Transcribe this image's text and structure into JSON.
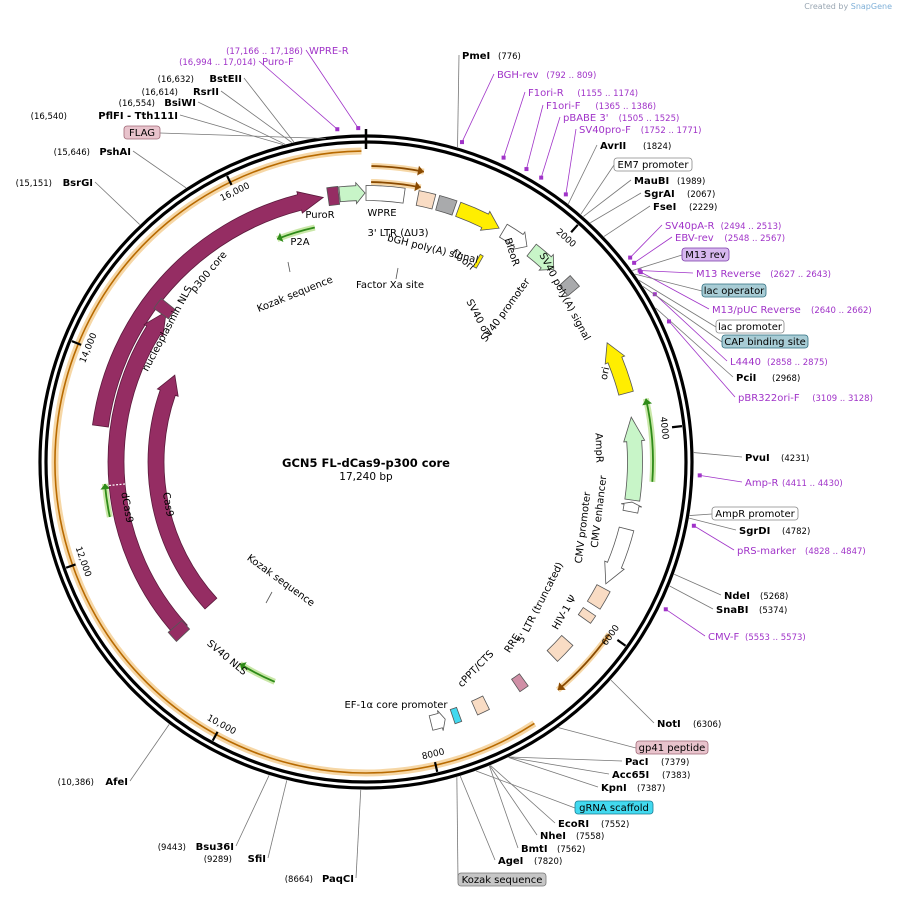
{
  "watermark": {
    "created_by": "Created by",
    "brand": "SnapGene"
  },
  "plasmid": {
    "name": "GCN5 FL-dCas9-p300 core",
    "size_label": "17,240 bp",
    "total_bp": 17240
  },
  "ticks": [
    {
      "bp": 2000,
      "label": "2000"
    },
    {
      "bp": 4000,
      "label": "4000"
    },
    {
      "bp": 6000,
      "label": "6000"
    },
    {
      "bp": 8000,
      "label": "8000"
    },
    {
      "bp": 10000,
      "label": "10,000"
    },
    {
      "bp": 12000,
      "label": "12,000"
    },
    {
      "bp": 14000,
      "label": "14,000"
    },
    {
      "bp": 16000,
      "label": "16,000"
    }
  ],
  "sites_right": [
    {
      "name": "PmeI",
      "coord": "(776)"
    },
    {
      "name": "AvrII",
      "coord": "(1824)"
    },
    {
      "name": "MauBI",
      "coord": "(1989)"
    },
    {
      "name": "SgrAI",
      "coord": "(2067)"
    },
    {
      "name": "FseI",
      "coord": "(2229)"
    },
    {
      "name": "PciI",
      "coord": "(2968)"
    },
    {
      "name": "PvuI",
      "coord": "(4231)"
    },
    {
      "name": "SgrDI",
      "coord": "(4782)"
    },
    {
      "name": "NdeI",
      "coord": "(5268)"
    },
    {
      "name": "SnaBI",
      "coord": "(5374)"
    },
    {
      "name": "NotI",
      "coord": "(6306)"
    },
    {
      "name": "PacI",
      "coord": "(7379)"
    },
    {
      "name": "Acc65I",
      "coord": "(7383)"
    },
    {
      "name": "KpnI",
      "coord": "(7387)"
    },
    {
      "name": "EcoRI",
      "coord": "(7552)"
    },
    {
      "name": "NheI",
      "coord": "(7558)"
    },
    {
      "name": "BmtI",
      "coord": "(7562)"
    },
    {
      "name": "AgeI",
      "coord": "(7820)"
    }
  ],
  "sites_left": [
    {
      "name": "BstEII",
      "coord": "(16,632)"
    },
    {
      "name": "RsrII",
      "coord": "(16,614)"
    },
    {
      "name": "BsiWI",
      "coord": "(16,554)"
    },
    {
      "name": "PflFI - Tth111I",
      "coord": "(16,540)"
    },
    {
      "name": "PshAI",
      "coord": "(15,646)"
    },
    {
      "name": "BsrGI",
      "coord": "(15,151)"
    },
    {
      "name": "AfeI",
      "coord": "(10,386)"
    },
    {
      "name": "Bsu36I",
      "coord": "(9443)"
    },
    {
      "name": "SfiI",
      "coord": "(9289)"
    },
    {
      "name": "PaqCI",
      "coord": "(8664)"
    }
  ],
  "primers": [
    {
      "name": "WPRE-R",
      "coord": "(17,166 .. 17,186)"
    },
    {
      "name": "Puro-F",
      "coord": "(16,994 .. 17,014)"
    },
    {
      "name": "BGH-rev",
      "coord": "(792 .. 809)"
    },
    {
      "name": "F1ori-R",
      "coord": "(1155 .. 1174)"
    },
    {
      "name": "F1ori-F",
      "coord": "(1365 .. 1386)"
    },
    {
      "name": "pBABE 3'",
      "coord": "(1505 .. 1525)"
    },
    {
      "name": "SV40pro-F",
      "coord": "(1752 .. 1771)"
    },
    {
      "name": "SV40pA-R",
      "coord": "(2494 .. 2513)"
    },
    {
      "name": "EBV-rev",
      "coord": "(2548 .. 2567)"
    },
    {
      "name": "M13 Reverse",
      "coord": "(2627 .. 2643)"
    },
    {
      "name": "M13/pUC Reverse",
      "coord": "(2640 .. 2662)"
    },
    {
      "name": "L4440",
      "coord": "(2858 .. 2875)"
    },
    {
      "name": "pBR322ori-F",
      "coord": "(3109 .. 3128)"
    },
    {
      "name": "Amp-R",
      "coord": "(4411 .. 4430)"
    },
    {
      "name": "pRS-marker",
      "coord": "(4828 .. 4847)"
    },
    {
      "name": "CMV-F",
      "coord": "(5553 .. 5573)"
    }
  ],
  "boxed_labels": [
    {
      "name": "EM7 promoter",
      "style": "white"
    },
    {
      "name": "M13 rev",
      "style": "purple"
    },
    {
      "name": "lac operator",
      "style": "teal"
    },
    {
      "name": "lac promoter",
      "style": "white"
    },
    {
      "name": "CAP binding site",
      "style": "teal"
    },
    {
      "name": "AmpR promoter",
      "style": "white"
    },
    {
      "name": "gp41 peptide",
      "style": "pink"
    },
    {
      "name": "gRNA scaffold",
      "style": "cyan"
    },
    {
      "name": "Kozak sequence",
      "style": "gray"
    },
    {
      "name": "FLAG",
      "style": "pink"
    }
  ],
  "feature_labels": [
    "PuroR",
    "P2A",
    "WPRE",
    "3' LTR (ΔU3)",
    "bGH poly(A) signal",
    "f1 ori",
    "Factor Xa site",
    "Kozak sequence",
    "SV40 ori",
    "SV40 promoter",
    "BleoR",
    "SV40 poly(A) signal",
    "ori",
    "AmpR",
    "CMV enhancer",
    "CMV promoter",
    "5' LTR (truncated)",
    "HIV-1 Ψ",
    "RRE",
    "cPPT/CTS",
    "EF-1α core promoter",
    "p300 core",
    "nucleoplasmin NLS",
    "dCas9",
    "Cas9",
    "Kozak sequence",
    "SV40 NLS"
  ],
  "colors": {
    "backbone": "#000000",
    "cds_magenta": "#952d63",
    "marker_green": "#c8f5c8",
    "ori_yellow": "#ffee00",
    "pink_box": "#e8c3cc",
    "teal_box": "#a8ccd5",
    "cyan_box": "#42d9ef",
    "primer_purple": "#a033c8",
    "orf_orange": "#f0a52a",
    "orf_green": "#2e8b18"
  }
}
